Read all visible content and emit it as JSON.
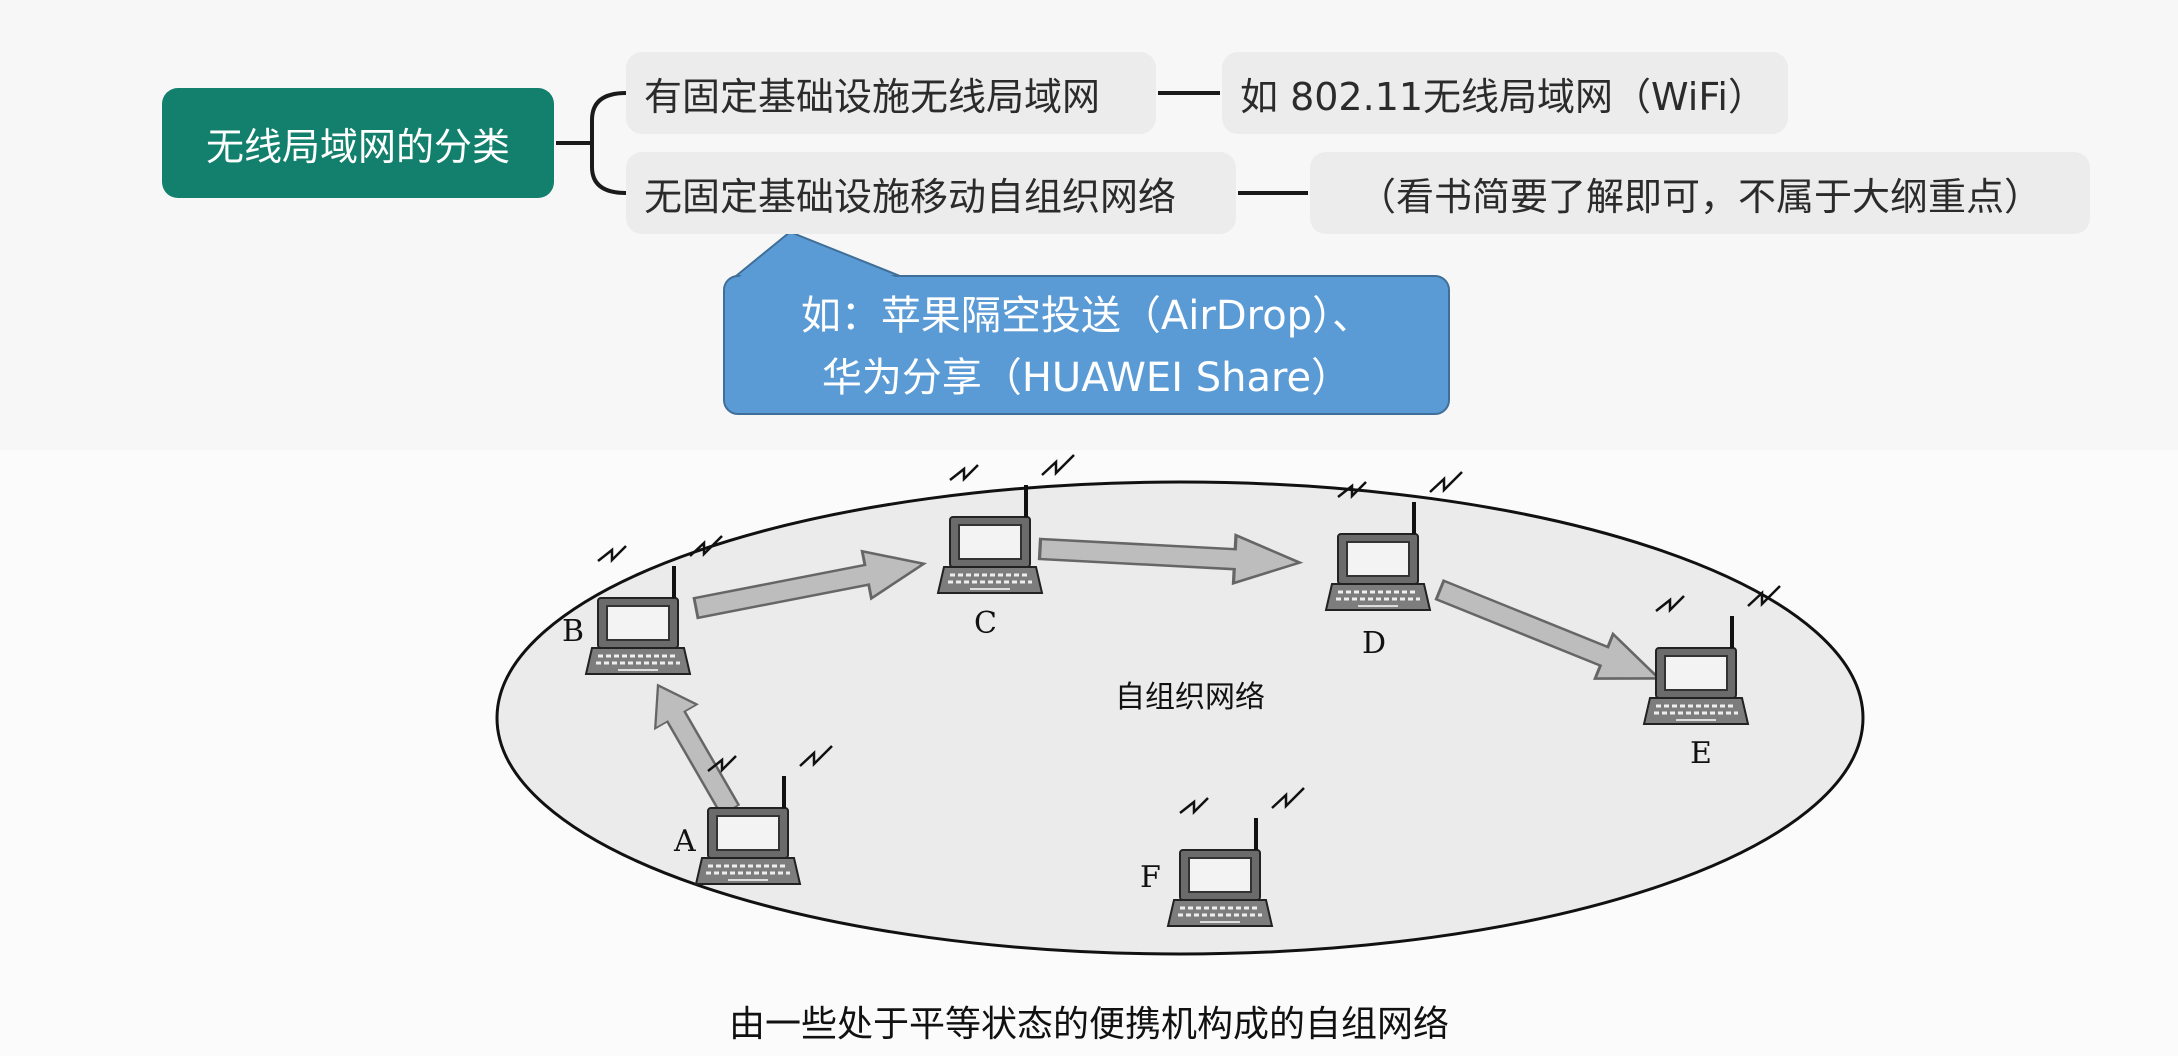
{
  "mindmap": {
    "root": "无线局域网的分类",
    "branches": [
      {
        "label": "有固定基础设施无线局域网",
        "child": "如 802.11无线局域网（WiFi）"
      },
      {
        "label": "无固定基础设施移动自组织网络",
        "child": "（看书简要了解即可，不属于大纲重点）"
      }
    ],
    "callout_lines": [
      "如：苹果隔空投送（AirDrop）、",
      "华为分享（HUAWEI Share）"
    ]
  },
  "figure": {
    "ellipse_label": "自组织网络",
    "nodes": [
      "A",
      "B",
      "C",
      "D",
      "E",
      "F"
    ],
    "caption": "由一些处于平等状态的便携机构成的自组网络"
  },
  "colors": {
    "root_fill": "#13806d",
    "callout_fill": "#5b9bd5",
    "branch_fill": "#ececec",
    "pointer_dot": "#e3141b"
  }
}
